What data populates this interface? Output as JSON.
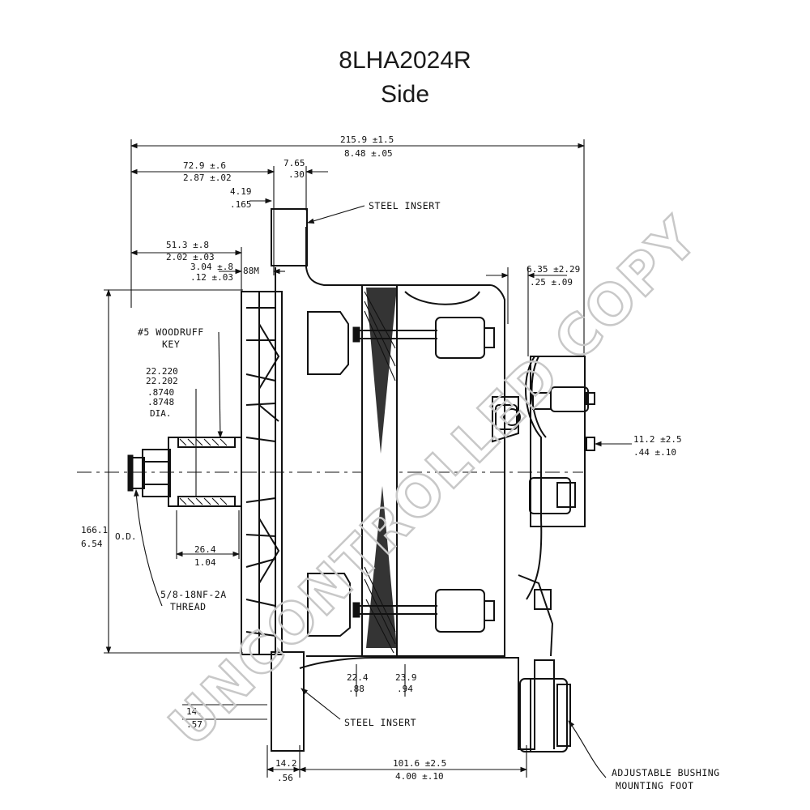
{
  "title": "8LHA2024R",
  "subtitle": "Side",
  "watermark": "UNCONTROLLED COPY",
  "dimensions": {
    "overall_mm": "215.9 ±1.5",
    "overall_in": "8.48 ±.05",
    "front_mm": "72.9 ±.6",
    "front_in": "2.87 ±.02",
    "flange_mm": "7.65",
    "flange_in": ".30",
    "insert_mm": "4.19",
    "insert_in": ".165",
    "shaft_mm": "51.3 ±.8",
    "shaft_in": "2.02 ±.03",
    "gap_mm": "3.04 ±.8",
    "gap_in": ".12 ±.03",
    "gap_unit": "88M",
    "rear_mm": "6.35 ±2.29",
    "rear_in": ".25 ±.09",
    "keydia_mm1": "22.220",
    "keydia_mm2": "22.202",
    "keydia_in1": ".8740",
    "keydia_in2": ".8748",
    "keydia_label": "DIA.",
    "hub_mm": "26.4",
    "hub_in": "1.04",
    "od_mm": "166.1",
    "od_in": "6.54",
    "od_label": "O.D.",
    "terminal_mm": "11.2 ±2.5",
    "terminal_in": ".44 ±.10",
    "ear_mm": "22.4",
    "ear_in": ".88",
    "ear2_mm": "23.9",
    "ear2_in": ".94",
    "ear_h_mm": "14.",
    "ear_h_in": ".57",
    "ear_w_mm": "14.2",
    "ear_w_in": ".56",
    "foot_mm": "101.6 ±2.5",
    "foot_in": "4.00 ±.10"
  },
  "notes": {
    "steel_insert_top": "STEEL INSERT",
    "steel_insert_bottom": "STEEL INSERT",
    "key_line1": "#5 WOODRUFF",
    "key_line2": "KEY",
    "thread_line1": "5/8-18NF-2A",
    "thread_line2": "THREAD",
    "foot_line1": "ADJUSTABLE BUSHING",
    "foot_line2": "MOUNTING FOOT"
  }
}
